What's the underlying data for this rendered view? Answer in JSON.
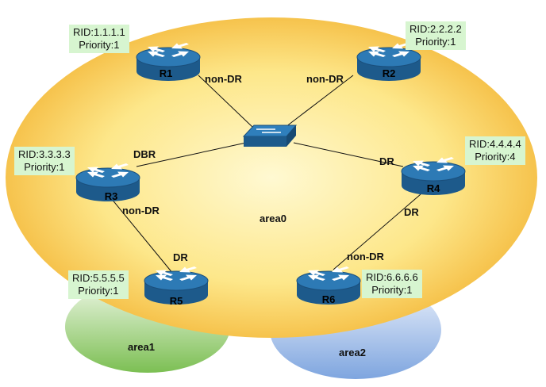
{
  "areas": {
    "area0": "area0",
    "area1": "area1",
    "area2": "area2"
  },
  "routers": {
    "r1": {
      "name": "R1",
      "rid": "RID:1.1.1.1",
      "priority": "Priority:1",
      "role": "non-DR"
    },
    "r2": {
      "name": "R2",
      "rid": "RID:2.2.2.2",
      "priority": "Priority:1",
      "role": "non-DR"
    },
    "r3": {
      "name": "R3",
      "rid": "RID:3.3.3.3",
      "priority": "Priority:1",
      "role_area0": "DBR",
      "role_area1": "non-DR"
    },
    "r4": {
      "name": "R4",
      "rid": "RID:4.4.4.4",
      "priority": "Priority:4",
      "role_area0": "DR",
      "role_area2": "DR"
    },
    "r5": {
      "name": "R5",
      "rid": "RID:5.5.5.5",
      "priority": "Priority:1",
      "role": "DR"
    },
    "r6": {
      "name": "R6",
      "rid": "RID:6.6.6.6",
      "priority": "Priority:1",
      "role": "non-DR"
    }
  },
  "colors": {
    "router_body": "#1f5f93",
    "router_top": "#2e7db8",
    "label_bg": "#d7f5d0",
    "area0_center": "#fff7c6",
    "area0_edge": "#f6c23c",
    "area1": "#7fc057",
    "area2": "#7fa6df"
  }
}
